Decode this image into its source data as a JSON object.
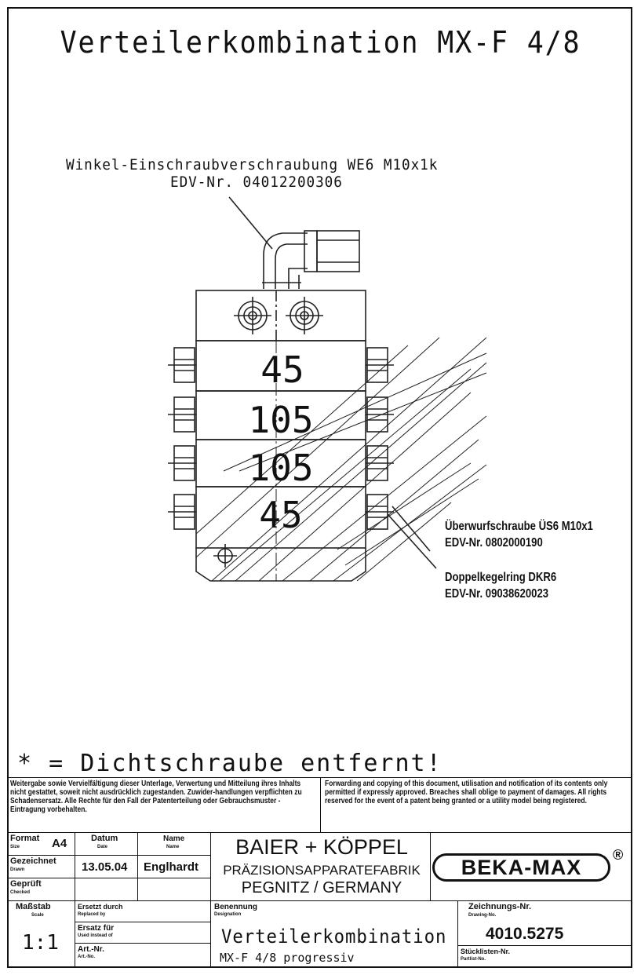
{
  "title": "Verteilerkombination MX-F 4/8",
  "callout_top": {
    "line1": "Winkel-Einschraubverschraubung WE6 M10x1k",
    "line2": "EDV-Nr. 04012200306"
  },
  "elements": [
    "45",
    "105",
    "105",
    "45"
  ],
  "callout_right_1": {
    "line1": "Überwurfschraube ÜS6 M10x1",
    "line2": "EDV-Nr. 0802000190"
  },
  "callout_right_2": {
    "line1": "Doppelkegelring DKR6",
    "line2": "EDV-Nr. 09038620023"
  },
  "note": "* = Dichtschraube entfernt!",
  "disclaimer_de": "Weitergabe sowie Vervielfältigung dieser Unterlage, Verwertung und Mitteilung ihres Inhalts nicht gestattet, soweit nicht ausdrücklich zugestanden. Zuwider-handlungen verpflichten zu Schadensersatz. Alle Rechte für den Fall der Patenterteilung oder Gebrauchsmuster - Eintragung vorbehalten.",
  "disclaimer_en": "Forwarding and copying of this document, utilisation and notification of its contents only permitted if expressly approved. Breaches shall oblige to payment of damages. All rights reserved for the event of a patent being granted or a utility model being registered.",
  "title_block": {
    "format_label": "Format",
    "format_sub": "Size",
    "format_value": "A4",
    "datum_label": "Datum",
    "datum_sub": "Date",
    "name_label": "Name",
    "name_sub": "Name",
    "gezeichnet_label": "Gezeichnet",
    "gezeichnet_sub": "Drawn",
    "date_value": "13.05.04",
    "name_value": "Englhardt",
    "geprueft_label": "Geprüft",
    "geprueft_sub": "Checked",
    "company_line1": "BAIER + KÖPPEL",
    "company_line2": "PRÄZISIONSAPPARATEFABRIK",
    "company_line3": "PEGNITZ / GERMANY",
    "logo": "BEKA-MAX",
    "logo_reg": "®",
    "massstab_label": "Maßstab",
    "massstab_sub": "Scale",
    "massstab_value": "1:1",
    "ersetzt_label": "Ersetzt durch",
    "ersetzt_sub": "Replaced by",
    "ersatz_label": "Ersatz für",
    "ersatz_sub": "Used instead of",
    "artnr_label": "Art.-Nr.",
    "artnr_sub": "Art.-No.",
    "benennung_label": "Benennung",
    "benennung_sub": "Designation",
    "benennung_value1": "Verteilerkombination",
    "benennung_value2": "MX-F 4/8 progressiv",
    "zeichnungsnr_label": "Zeichnungs-Nr.",
    "zeichnungsnr_sub": "Drawing-No.",
    "zeichnungsnr_value": "4010.5275",
    "stueckliste_label": "Stücklisten-Nr.",
    "stueckliste_sub": "Partlist-No."
  }
}
